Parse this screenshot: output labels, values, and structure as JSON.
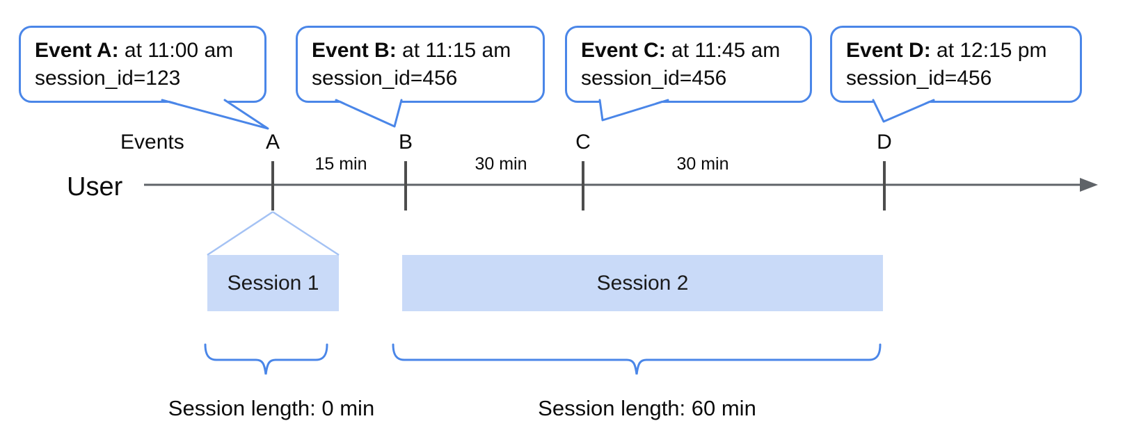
{
  "axis": {
    "user_label": "User",
    "events_label": "Events"
  },
  "events": [
    {
      "letter": "A",
      "title_bold": "Event A:",
      "title_time": " at 11:00 am",
      "detail": "session_id=123"
    },
    {
      "letter": "B",
      "title_bold": "Event B:",
      "title_time": " at 11:15 am",
      "detail": "session_id=456"
    },
    {
      "letter": "C",
      "title_bold": "Event C:",
      "title_time": " at 11:45 am",
      "detail": "session_id=456"
    },
    {
      "letter": "D",
      "title_bold": "Event D:",
      "title_time": " at 12:15 pm",
      "detail": "session_id=456"
    }
  ],
  "intervals": [
    {
      "label": "15 min"
    },
    {
      "label": "30 min"
    },
    {
      "label": "30 min"
    }
  ],
  "sessions": [
    {
      "label": "Session 1",
      "length_label": "Session length: 0 min"
    },
    {
      "label": "Session 2",
      "length_label": "Session length: 60 min"
    }
  ],
  "colors": {
    "bubble_blue": "#4a86e8",
    "funnel_blue": "#a4c2f4",
    "session_fill": "#c9daf8",
    "line_gray": "#5f6368",
    "tick_gray": "#4d4d4d"
  }
}
